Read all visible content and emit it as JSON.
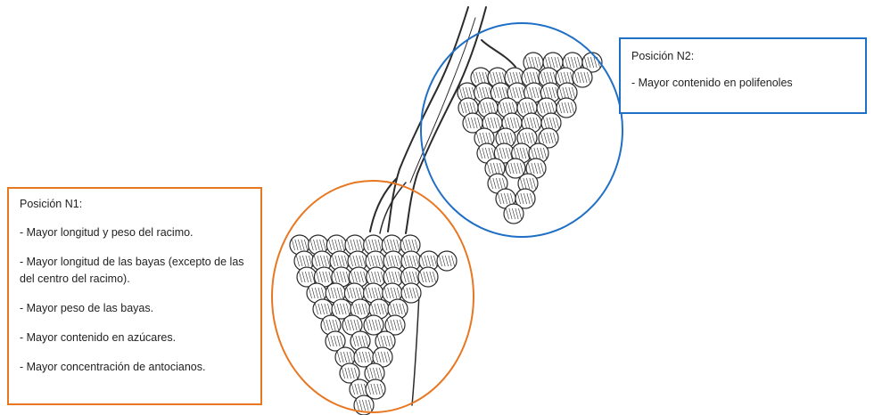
{
  "colors": {
    "n1_accent": "#E87722",
    "n2_accent": "#1F6FC5",
    "sketch_ink": "#2b2b2b"
  },
  "position_n1": {
    "title": "Posición N1:",
    "items": [
      "- Mayor longitud y peso del racimo.",
      "- Mayor longitud de las bayas (excepto de las del centro del racimo).",
      "- Mayor peso de las bayas.",
      "- Mayor contenido en azúcares.",
      "- Mayor concentración de antocianos."
    ]
  },
  "position_n2": {
    "title": "Posición N2:",
    "items": [
      "- Mayor contenido en polifenoles"
    ]
  }
}
